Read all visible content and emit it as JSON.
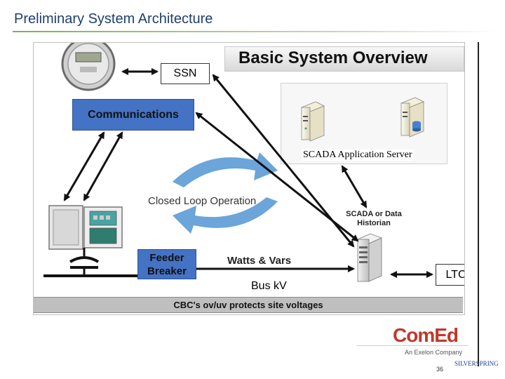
{
  "title": "Preliminary System Architecture",
  "diagram": {
    "overview_title": "Basic System Overview",
    "ssn_label": "SSN",
    "communications_label": "Communications",
    "scada_server_label": "SCADA Application Server",
    "historian_label": "SCADA or Data Historian",
    "loop_label": "Closed Loop Operation",
    "feeder_label_1": "Feeder",
    "feeder_label_2": "Breaker",
    "watts_label": "Watts & Vars",
    "busv_label": "Bus kV",
    "ltc_label": "LTC",
    "cbc_label": "CBC's ov/uv protects site voltages",
    "colors": {
      "box_blue": "#4472c4",
      "loop_blue": "#5b9bd5",
      "comed_red": "#c0392b",
      "title_blue": "#1f3f6e"
    }
  },
  "footer": {
    "comed_logo": "ComEd",
    "comed_tagline": "An Exelon Company",
    "page_number": "36",
    "silver_spring_logo": "SILVERSPRING"
  }
}
